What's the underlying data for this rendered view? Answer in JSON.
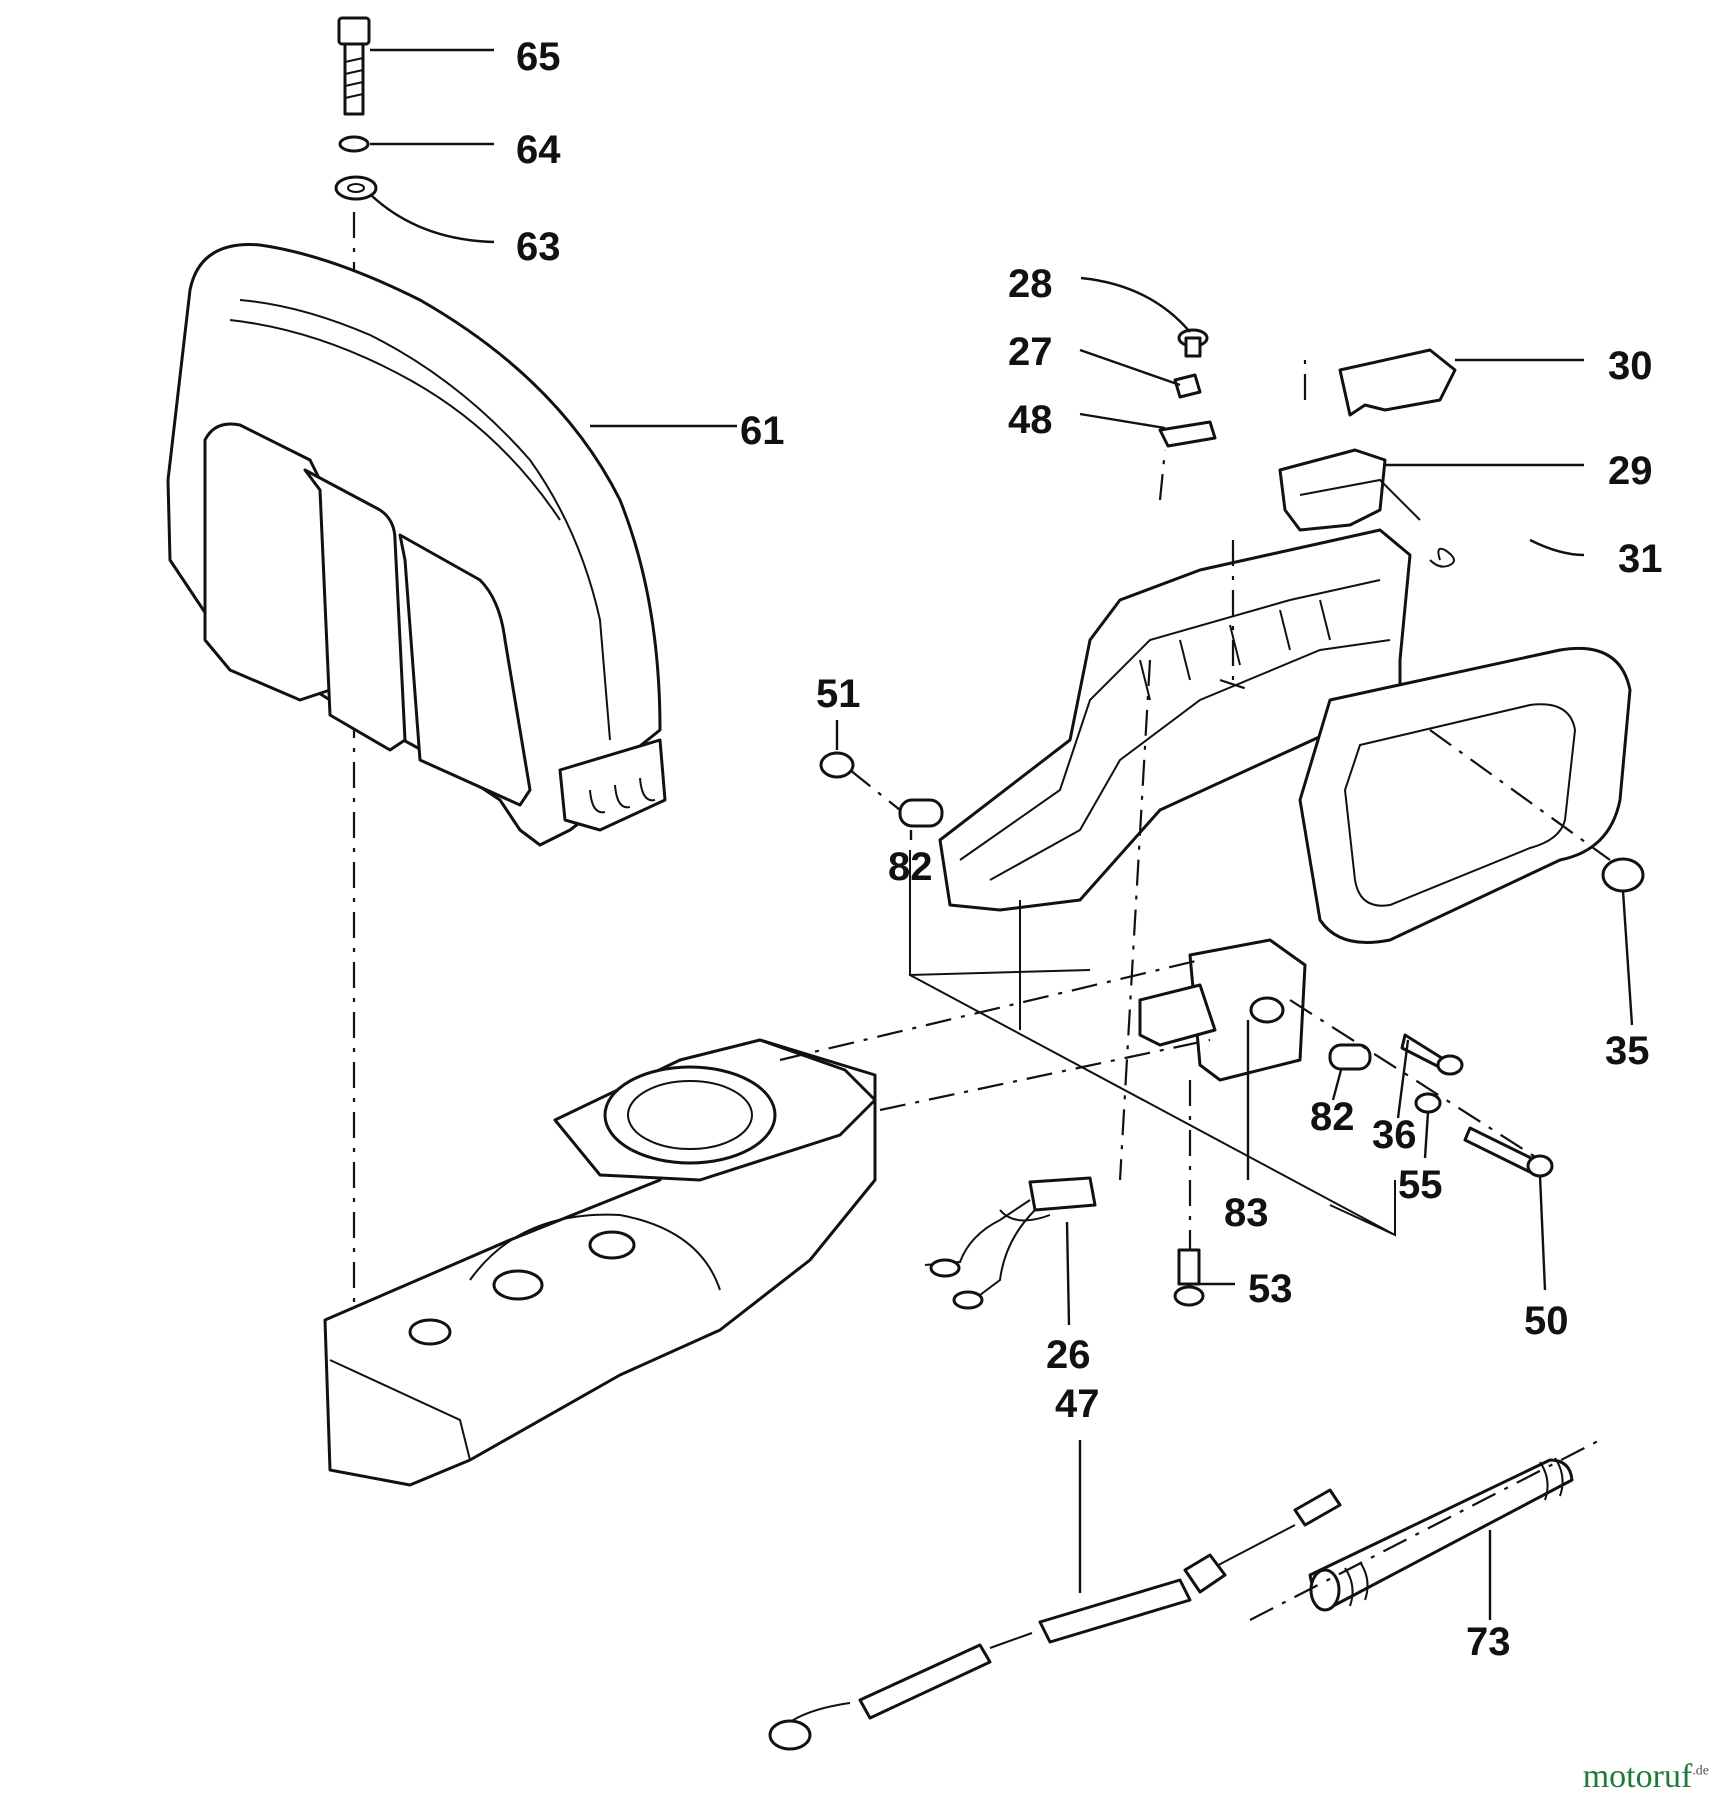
{
  "diagram": {
    "callouts": [
      "65",
      "64",
      "63",
      "61",
      "28",
      "27",
      "48",
      "30",
      "29",
      "31",
      "51",
      "82",
      "35",
      "36",
      "55",
      "82",
      "83",
      "53",
      "50",
      "26",
      "47",
      "73"
    ]
  },
  "watermark": {
    "text": "motoruf",
    "suffix": ".de",
    "color": "#1f7a3a"
  }
}
